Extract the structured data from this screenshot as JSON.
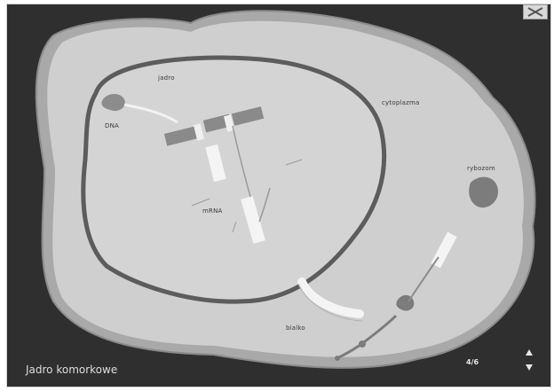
{
  "caption": "Jadro komorkowe",
  "page_label": "4/6",
  "labels": {
    "cytoplasm": "cytoplazma",
    "nucleus": "jadro",
    "dna": "DNA",
    "mrna": "mRNA",
    "ribosome": "rybozom",
    "protein": "bialko"
  },
  "buttons": {
    "close": "close",
    "prev": "previous",
    "next": "next"
  },
  "icons": [
    "close-icon",
    "arrow-up-icon",
    "arrow-down-icon"
  ],
  "colors": {
    "background": "#2f2f2f",
    "cell_outer": "#9a9a9a",
    "cell_inner": "#cfcfcf",
    "nucleus_border": "#5a5a5a",
    "caption_text": "#dcdcdc"
  }
}
